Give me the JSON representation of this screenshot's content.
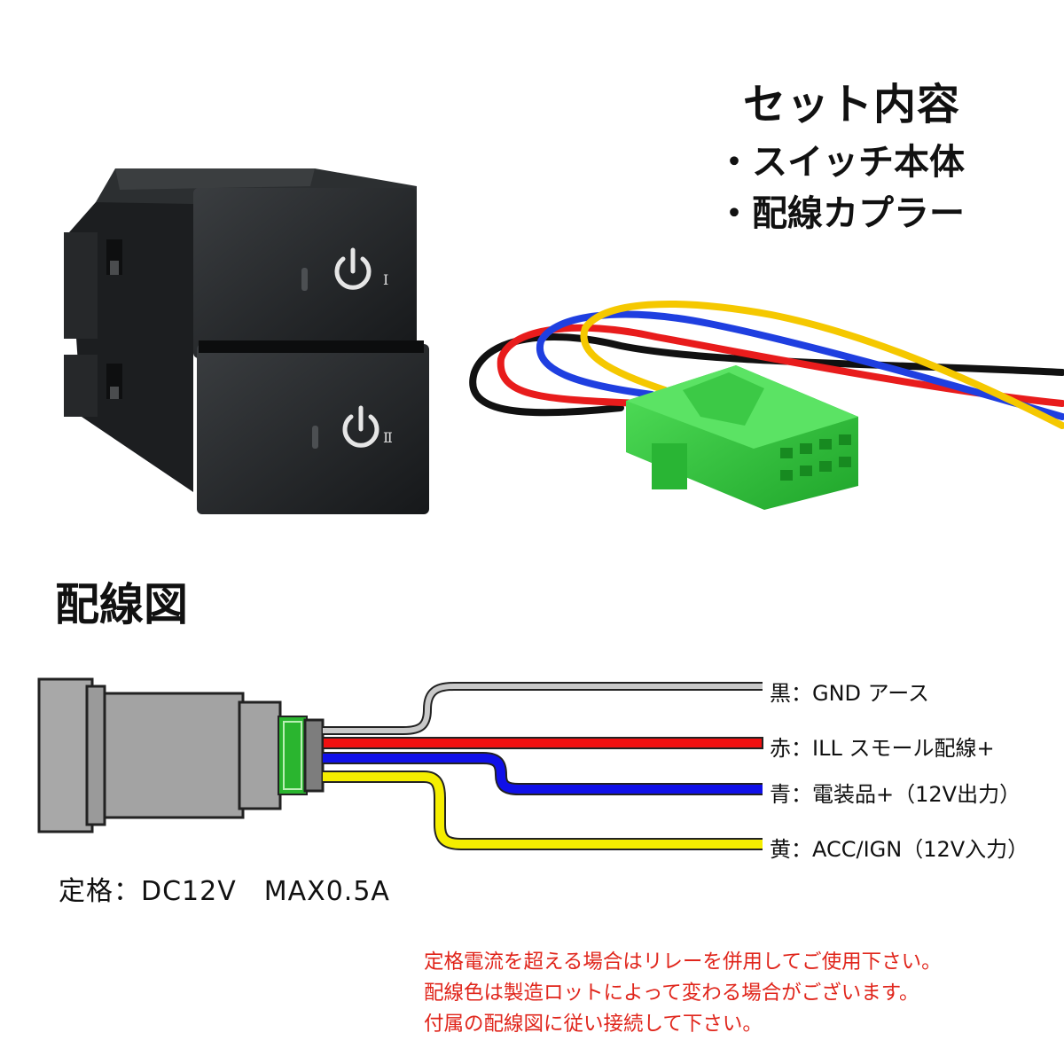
{
  "set_contents": {
    "title": "セット内容",
    "items": [
      "・スイッチ本体",
      "・配線カプラー"
    ]
  },
  "product": {
    "switch_button_labels": [
      "Ⅰ",
      "Ⅱ"
    ]
  },
  "wiring_diagram": {
    "title": "配線図",
    "wires": [
      {
        "label": "黒：GND アース",
        "color": "#c9c9c9"
      },
      {
        "label": "赤：ILL スモール配線+",
        "color": "#f01010"
      },
      {
        "label": "青：電装品+（12V出力）",
        "color": "#1010e8"
      },
      {
        "label": "黄：ACC/IGN（12V入力）",
        "color": "#f5ee00"
      }
    ],
    "rating": "定格：DC12V　MAX0.5A"
  },
  "notes": [
    "定格電流を超える場合はリレーを併用してご使用下さい。",
    "配線色は製造ロットによって変わる場合がございます。",
    "付属の配線図に従い接続して下さい。"
  ]
}
